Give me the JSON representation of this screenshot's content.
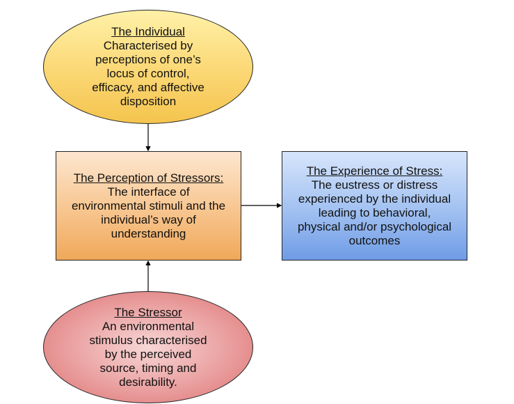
{
  "diagram": {
    "nodes": {
      "individual": {
        "shape": "ellipse",
        "title": "The Individual",
        "lines": [
          "Characterised by",
          "perceptions of one’s",
          "locus of control,",
          "efficacy, and affective",
          "disposition"
        ],
        "color": "#f8cf63"
      },
      "perception": {
        "shape": "rectangle",
        "title": "The Perception of Stressors:",
        "lines": [
          "The interface of",
          "environmental stimuli and the",
          "individual’s way of",
          "understanding"
        ],
        "color": "#f5b978"
      },
      "experience": {
        "shape": "rectangle",
        "title": "The Experience of Stress:",
        "lines": [
          "The eustress or distress",
          "experienced by the individual",
          "leading to behavioral,",
          "physical and/or psychological",
          "outcomes"
        ],
        "color": "#8fb3ee"
      },
      "stressor": {
        "shape": "ellipse",
        "title": "The Stressor",
        "lines": [
          "An environmental",
          "stimulus characterised",
          "by the perceived",
          "source, timing and",
          "desirability."
        ],
        "color": "#e58b8c"
      }
    },
    "edges": [
      {
        "from": "individual",
        "to": "perception"
      },
      {
        "from": "stressor",
        "to": "perception"
      },
      {
        "from": "perception",
        "to": "experience"
      }
    ]
  }
}
